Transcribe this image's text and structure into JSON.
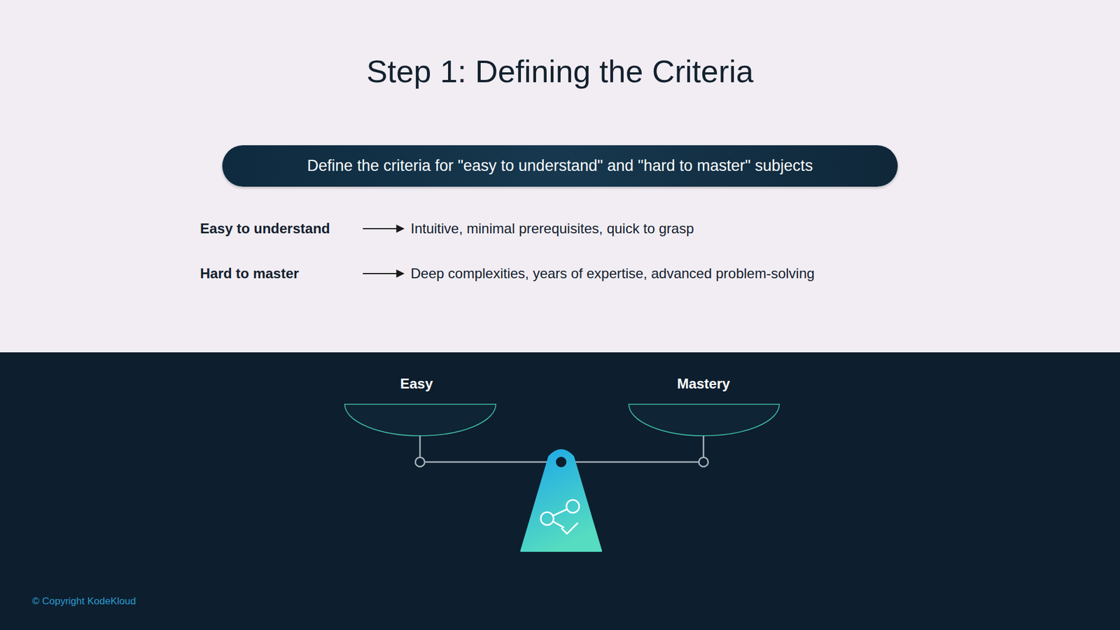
{
  "diagram": {
    "title": "Step 1: Defining the Criteria",
    "nodes": [
      {
        "text": [
          "Define the criteria for \"easy to understand\" and \"hard to master\" subjects"
        ]
      }
    ],
    "labels": [
      "Easy to understand",
      "Intuitive, minimal prerequisites, quick to grasp",
      "Hard to master",
      "Deep complexities, years of expertise, advanced problem-solving",
      "Easy",
      "Mastery",
      "© Copyright KodeKloud"
    ]
  }
}
